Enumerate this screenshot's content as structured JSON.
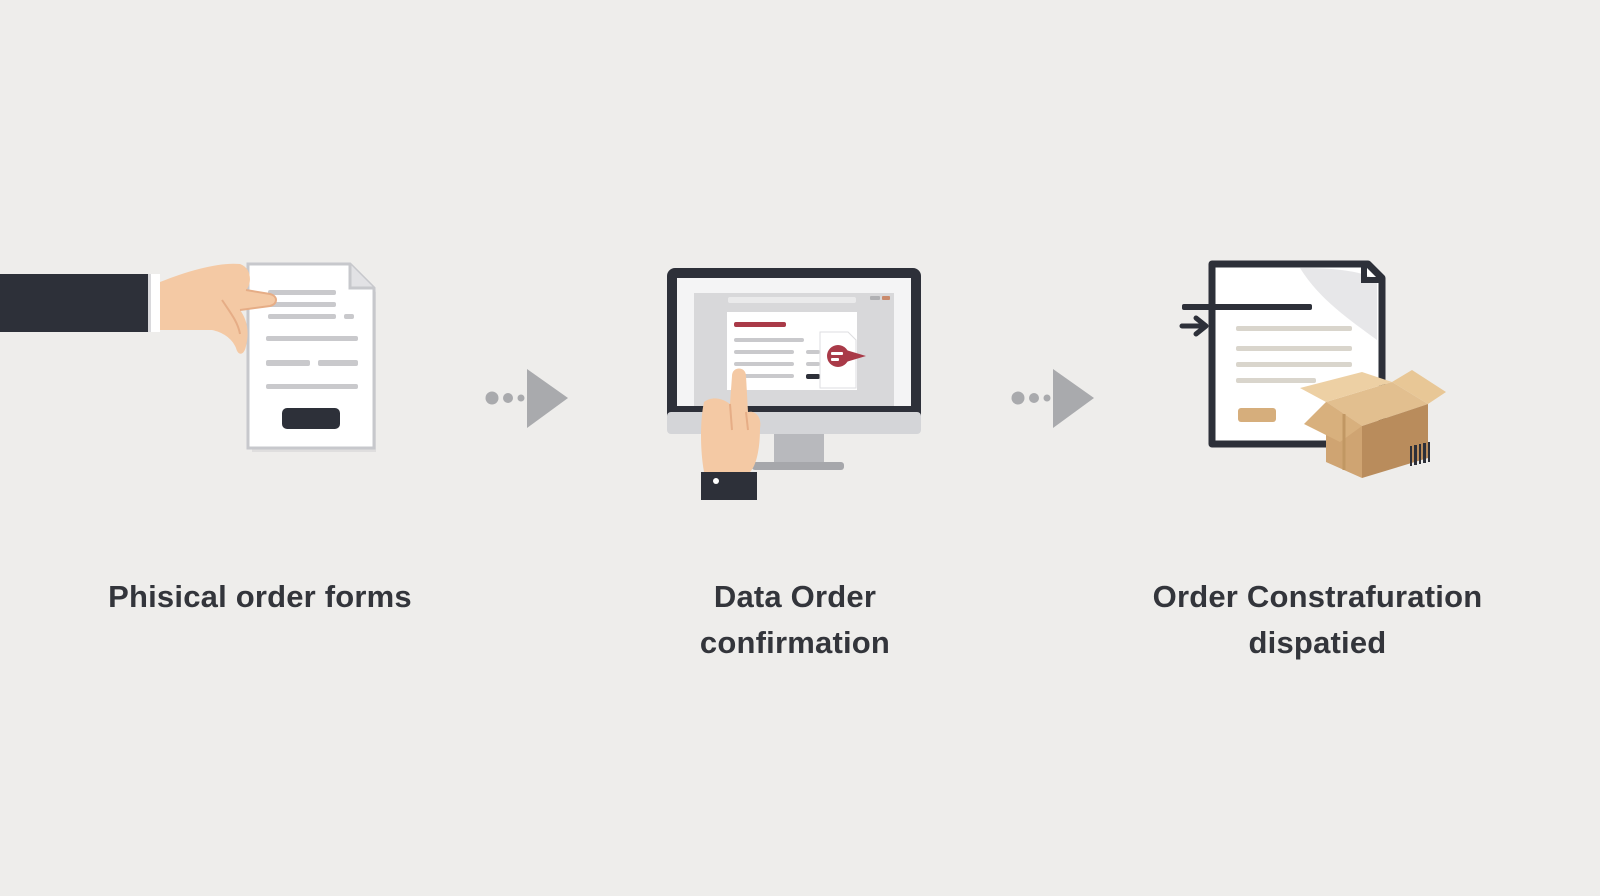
{
  "steps": [
    {
      "lines": [
        "Phisical order forms"
      ],
      "icon": "hand-holding-paper-form-icon"
    },
    {
      "lines": [
        "Data Order",
        "confirmation"
      ],
      "icon": "computer-monitor-touch-icon"
    },
    {
      "lines": [
        "Order Constrafuration",
        "dispatied"
      ],
      "icon": "document-with-package-icon"
    }
  ],
  "connectors": [
    "dotted-arrow-icon",
    "dotted-arrow-icon"
  ],
  "colors": {
    "background": "#eeedeb",
    "text": "#33353b",
    "accent_red": "#a93a48",
    "dark": "#2d3039",
    "skin": "#f4c9a4",
    "box": "#d6ae7c",
    "arrow": "#a9aaad"
  }
}
